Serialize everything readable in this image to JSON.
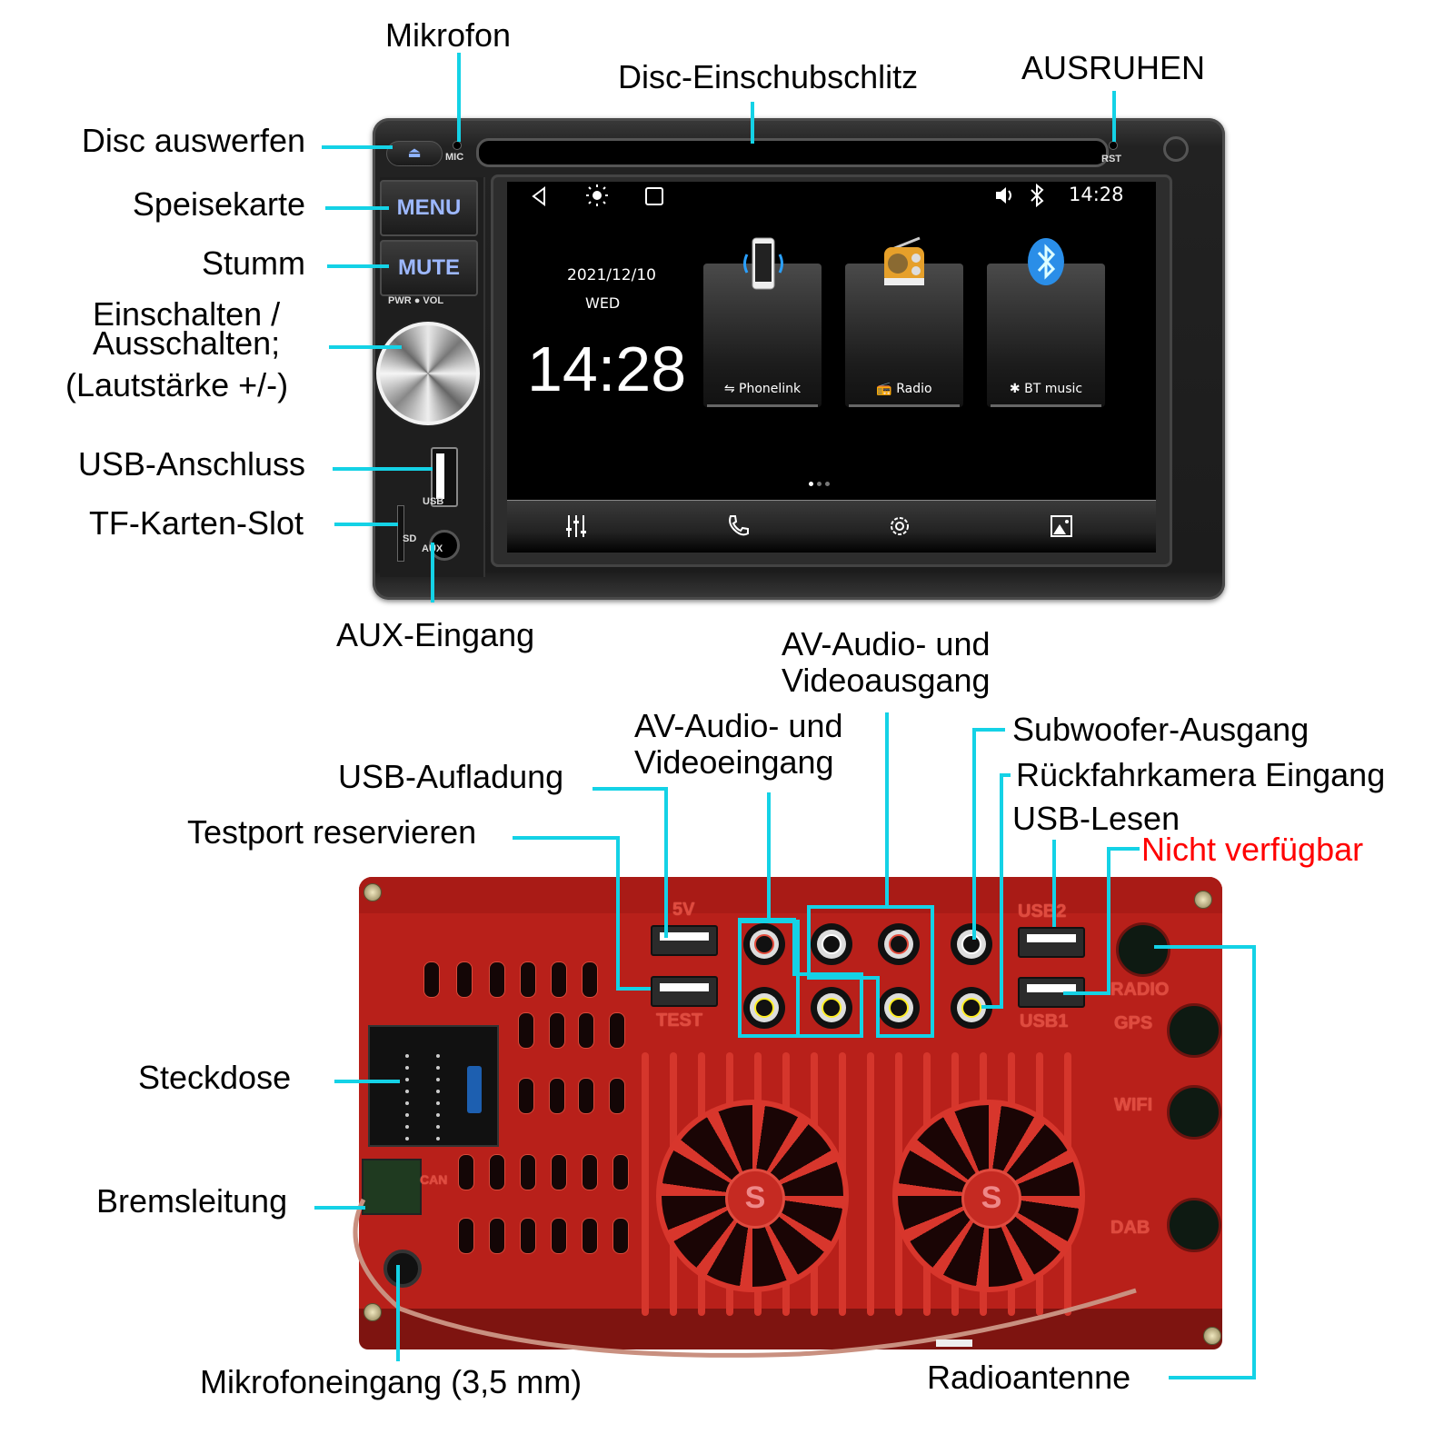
{
  "colors": {
    "callout_line": "#14d2e6",
    "label_text": "#000000",
    "warning_text": "#ff0000",
    "rear_housing": "#b8201a",
    "front_housing": "#1e1e1e",
    "button_text": "#9db8ff"
  },
  "front_labels": {
    "mikrofon": "Mikrofon",
    "disc_slot": "Disc-Einschubschlitz",
    "reset": "AUSRUHEN",
    "eject": "Disc auswerfen",
    "menu": "Speisekarte",
    "mute": "Stumm",
    "power_line1": "Einschalten /",
    "power_line2": "Ausschalten;",
    "power_line3": "(Lautstärke +/-)",
    "usb": "USB-Anschluss",
    "tf_slot": "TF-Karten-Slot",
    "aux": "AUX-Eingang"
  },
  "device_front": {
    "menu_button": "MENU",
    "mute_button": "MUTE",
    "mic_marking": "MIC",
    "rst_marking": "RST",
    "pwr_vol_marking": "PWR ● VOL",
    "usb_marking": "USB",
    "sd_marking": "SD",
    "aux_marking": "AUX",
    "eject_glyph": "⏏"
  },
  "screen": {
    "status_time": "14:28",
    "date": "2021/12/10",
    "weekday": "WED",
    "clock": "14:28",
    "nav_icons": [
      "back-icon",
      "brightness-icon",
      "recent-apps-icon"
    ],
    "status_icons": [
      "volume-icon",
      "bluetooth-icon"
    ],
    "tiles": [
      {
        "label": "Phonelink",
        "icon": "phonelink-icon"
      },
      {
        "label": "Radio",
        "icon": "radio-icon"
      },
      {
        "label": "BT music",
        "icon": "bluetooth-music-icon"
      }
    ],
    "page_indicator": {
      "pages": 3,
      "active": 1
    },
    "dock": [
      "equalizer-icon",
      "phone-icon",
      "settings-icon",
      "gallery-icon"
    ]
  },
  "rear_labels": {
    "av_out_line1": "AV-Audio- und",
    "av_out_line2": "Videoausgang",
    "av_in_line1": "AV-Audio- und",
    "av_in_line2": "Videoeingang",
    "subwoofer": "Subwoofer-Ausgang",
    "reverse_cam": "Rückfahrkamera Eingang",
    "usb_charge": "USB-Aufladung",
    "usb_read": "USB-Lesen",
    "not_available": "Nicht verfügbar",
    "test_port": "Testport reservieren",
    "socket": "Steckdose",
    "brake": "Bremsleitung",
    "mic_input": "Mikrofoneingang (3,5 mm)",
    "antenna": "Radioantenne"
  },
  "device_rear": {
    "port_5v": "5V",
    "port_test": "TEST",
    "port_usb2": "USB2",
    "port_usb1": "USB1",
    "port_radio": "RADIO",
    "port_gps": "GPS",
    "port_wifi": "WIFI",
    "port_dab": "DAB",
    "fan_logo": "S",
    "can_marking": "CAN"
  }
}
